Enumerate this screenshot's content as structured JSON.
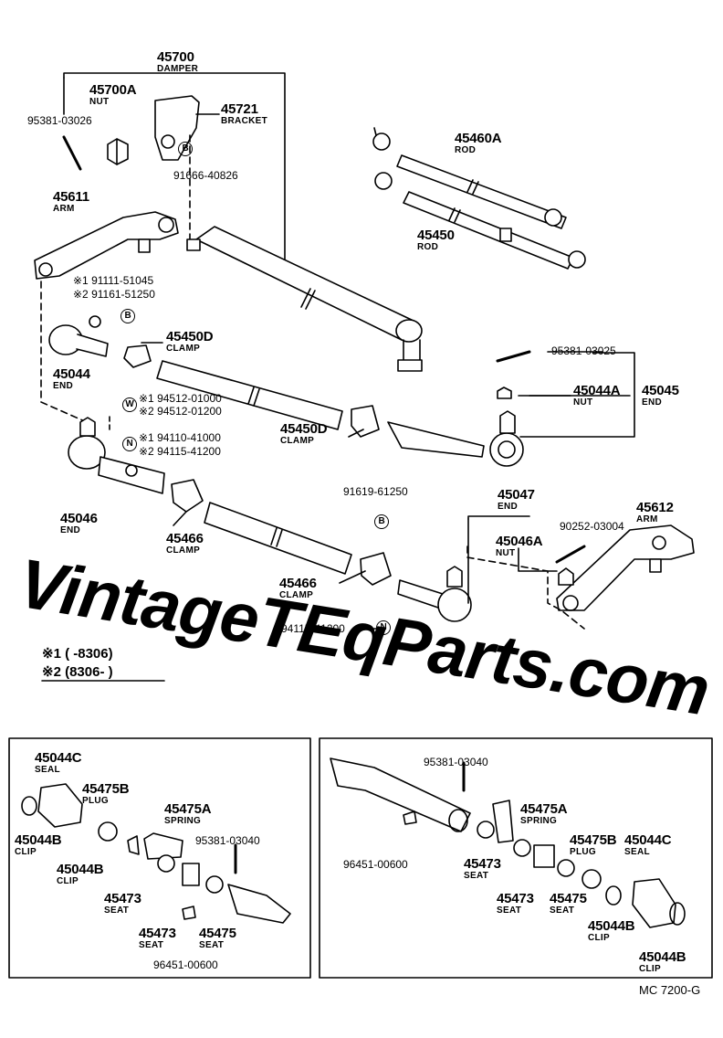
{
  "parts": {
    "damper": {
      "no": "45700",
      "name": "DAMPER"
    },
    "damper_nut": {
      "no": "45700A",
      "name": "NUT"
    },
    "bracket": {
      "no": "45721",
      "name": "BRACKET"
    },
    "pin_top": "95381-03026",
    "bolt_top": "91666-40826",
    "arm_left": {
      "no": "45611",
      "name": "ARM"
    },
    "bolt_arm_1": "※1 91111-51045",
    "bolt_arm_2": "※2 91161-51250",
    "rod_a": {
      "no": "45460A",
      "name": "ROD"
    },
    "rod_b": {
      "no": "45450",
      "name": "ROD"
    },
    "end_left": {
      "no": "45044",
      "name": "END"
    },
    "clamp_d1": {
      "no": "45450D",
      "name": "CLAMP"
    },
    "washer_1": "※1 94512-01000",
    "washer_2": "※2 94512-01200",
    "nut_n_1": "※1 94110-41000",
    "nut_n_2": "※2 94115-41200",
    "pin_right": "95381-03025",
    "end_nut_a": {
      "no": "45044A",
      "name": "NUT"
    },
    "end_45045": {
      "no": "45045",
      "name": "END"
    },
    "clamp_d2": {
      "no": "45450D",
      "name": "CLAMP"
    },
    "end_46": {
      "no": "45046",
      "name": "END"
    },
    "clamp_66a": {
      "no": "45466",
      "name": "CLAMP"
    },
    "bolt_mid": "91619-61250",
    "end_47": {
      "no": "45047",
      "name": "END"
    },
    "nut_46a": {
      "no": "45046A",
      "name": "NUT"
    },
    "pin_90252": "90252-03004",
    "arm_right": {
      "no": "45612",
      "name": "ARM"
    },
    "clamp_66b": {
      "no": "45466",
      "name": "CLAMP"
    },
    "nut_bottom": "94115-41200"
  },
  "circle_marks": {
    "b": "B",
    "w": "W",
    "n": "N"
  },
  "notes": {
    "n1_mark": "※1",
    "n1_text": "(      -8306)",
    "n2_mark": "※2",
    "n2_text": "(8306-        )"
  },
  "watermark": "VintageTEqParts.com",
  "detail_left": {
    "seal": {
      "no": "45044C",
      "name": "SEAL"
    },
    "plug": {
      "no": "45475B",
      "name": "PLUG"
    },
    "spring": {
      "no": "45475A",
      "name": "SPRING"
    },
    "pin": "95381-03040",
    "clip1": {
      "no": "45044B",
      "name": "CLIP"
    },
    "clip2": {
      "no": "45044B",
      "name": "CLIP"
    },
    "seat1": {
      "no": "45473",
      "name": "SEAT"
    },
    "seat2": {
      "no": "45473",
      "name": "SEAT"
    },
    "seat3": {
      "no": "45475",
      "name": "SEAT"
    },
    "fitting": "96451-00600"
  },
  "detail_right": {
    "pin": "95381-03040",
    "spring": {
      "no": "45475A",
      "name": "SPRING"
    },
    "plug": {
      "no": "45475B",
      "name": "PLUG"
    },
    "seal": {
      "no": "45044C",
      "name": "SEAL"
    },
    "fitting": "96451-00600",
    "seat1": {
      "no": "45473",
      "name": "SEAT"
    },
    "seat2": {
      "no": "45473",
      "name": "SEAT"
    },
    "seat3": {
      "no": "45475",
      "name": "SEAT"
    },
    "clip1": {
      "no": "45044B",
      "name": "CLIP"
    },
    "clip2": {
      "no": "45044B",
      "name": "CLIP"
    }
  },
  "footer": "MC  7200-G"
}
